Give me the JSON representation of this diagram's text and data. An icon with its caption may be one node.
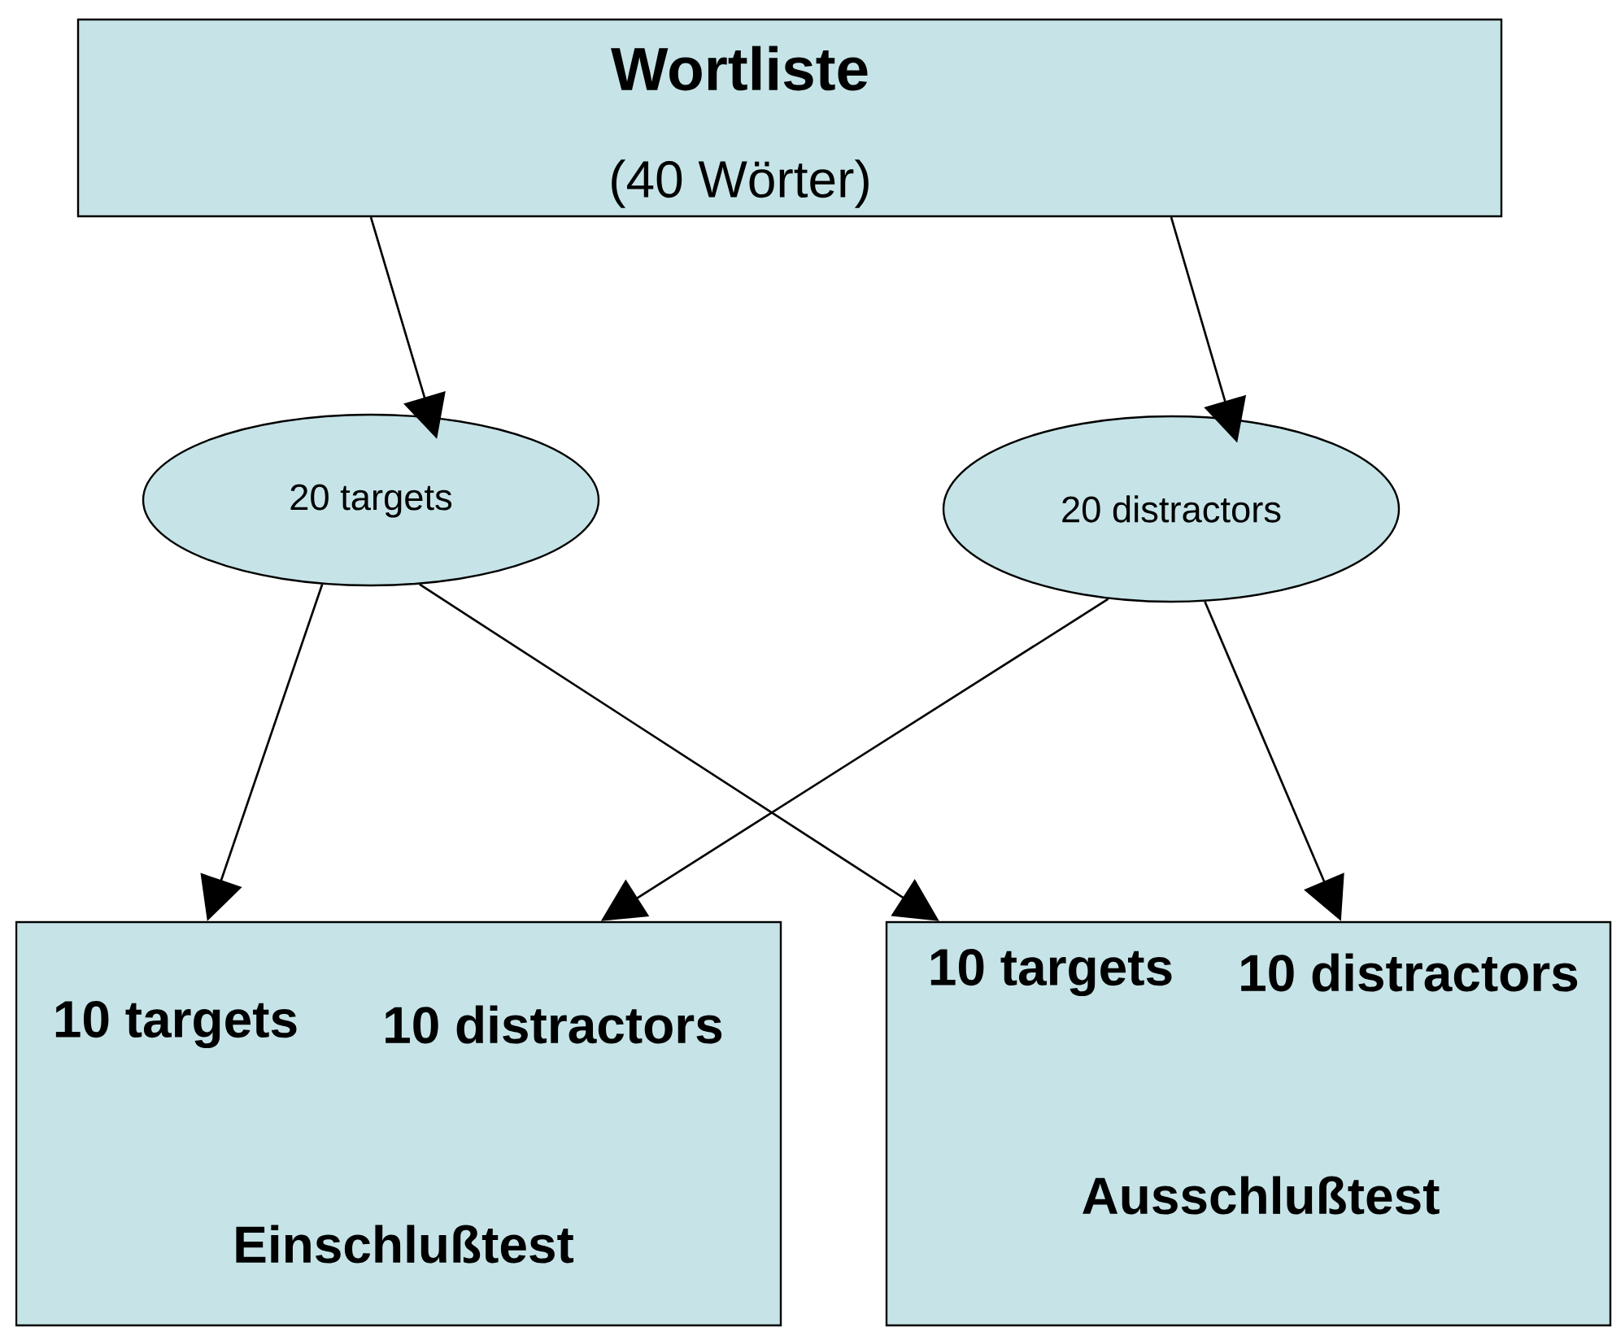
{
  "diagram": {
    "nodes": [
      {
        "text": [
          "Wortliste",
          "(40 Wörter)"
        ]
      },
      {
        "text": [
          "20 targets"
        ]
      },
      {
        "text": [
          "20 distractors"
        ]
      },
      {
        "text": [
          "10 targets",
          "10 distractors",
          "Einschlußtest"
        ]
      },
      {
        "text": [
          "10 targets",
          "10 distractors",
          "Ausschlußtest"
        ]
      }
    ],
    "edges": [
      {
        "from": 0,
        "to": 1,
        "arrow": "to"
      },
      {
        "from": 0,
        "to": 2,
        "arrow": "to"
      },
      {
        "from": 1,
        "to": 3,
        "arrow": "to"
      },
      {
        "from": 1,
        "to": 4,
        "arrow": "to"
      },
      {
        "from": 2,
        "to": 3,
        "arrow": "to"
      },
      {
        "from": 2,
        "to": 4,
        "arrow": "to"
      }
    ]
  }
}
